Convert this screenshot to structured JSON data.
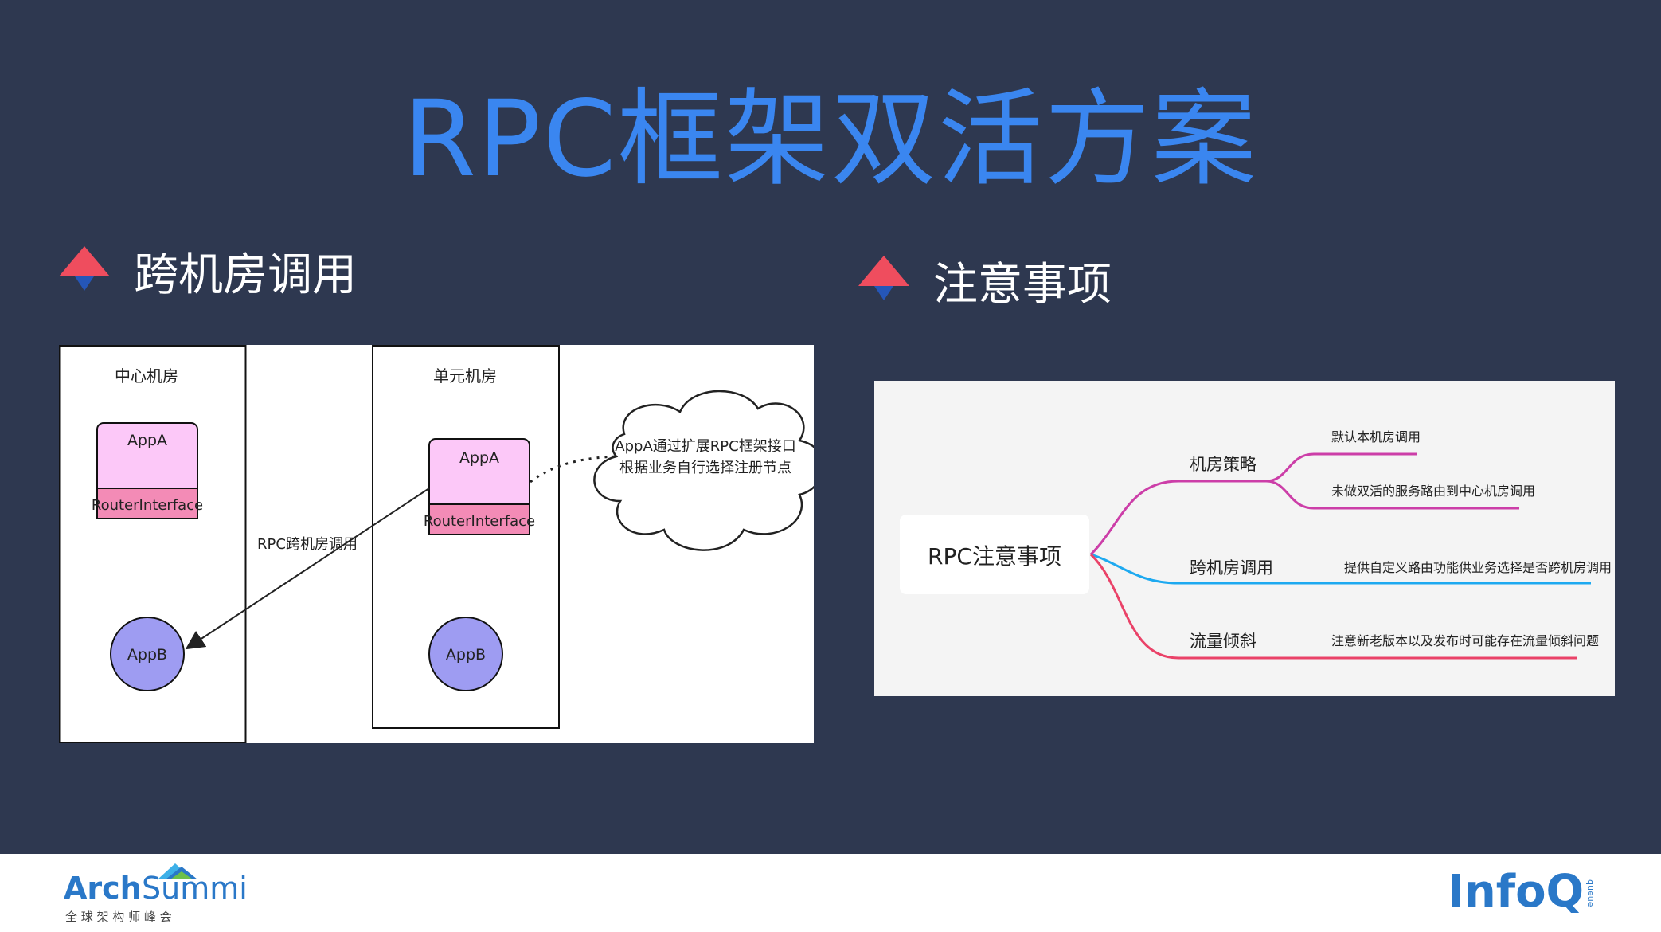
{
  "slide": {
    "title": "RPC框架双活方案"
  },
  "sections": [
    {
      "heading": "跨机房调用"
    },
    {
      "heading": "注意事项"
    }
  ],
  "diagram": {
    "center_room": "中心机房",
    "unit_room": "单元机房",
    "app_a": "AppA",
    "router": "RouterInterface",
    "app_b": "AppB",
    "rpc_label": "RPC跨机房调用",
    "cloud_line1": "AppA通过扩展RPC框架接口",
    "cloud_line2": "根据业务自行选择注册节点"
  },
  "mindmap": {
    "root": "RPC注意事项",
    "branches": [
      {
        "label": "机房策略",
        "color": "#cc3ea8",
        "leaves": [
          "默认本机房调用",
          "未做双活的服务路由到中心机房调用"
        ]
      },
      {
        "label": "跨机房调用",
        "color": "#1da9f0",
        "leaves": [
          "提供自定义路由功能供业务选择是否跨机房调用"
        ]
      },
      {
        "label": "流量倾斜",
        "color": "#ea4268",
        "leaves": [
          "注意新老版本以及发布时可能存在流量倾斜问题"
        ]
      }
    ]
  },
  "footer": {
    "left_logo_arch": "Arch",
    "left_logo_summit": "Summit",
    "left_logo_sub": "全 球 架 构 师 峰 会",
    "right_logo": "InfoQ",
    "right_logo_small": "queue"
  },
  "colors": {
    "background": "#2e3850",
    "title": "#3a86f0",
    "bullet_red": "#ef4d5e",
    "bullet_blue": "#2556b8",
    "app_fill": "#fcc8f8",
    "router_fill": "#f38bb6",
    "appb_fill": "#9e9cf2"
  }
}
